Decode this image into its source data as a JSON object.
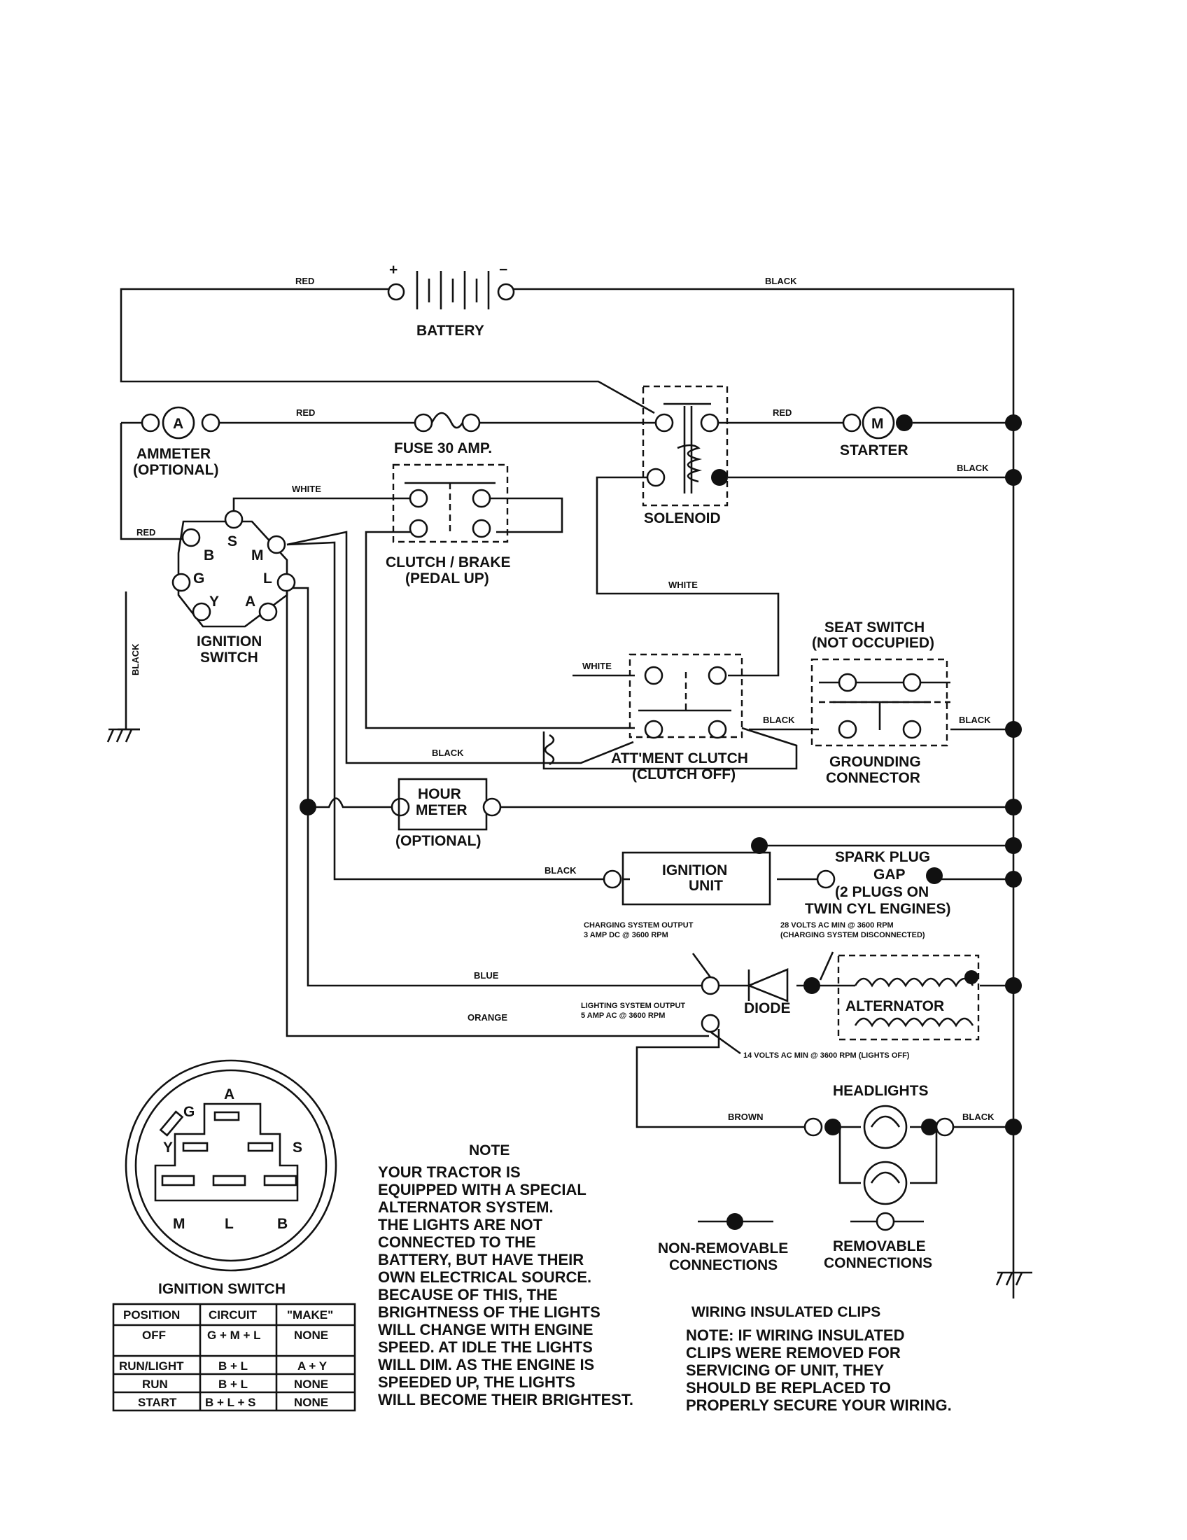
{
  "wire_colors": {
    "red_top": "RED",
    "black_top": "BLACK",
    "red_ammeter": "RED",
    "red_starter": "RED",
    "black_solenoid": "BLACK",
    "white_switch": "WHITE",
    "red_ignition": "RED",
    "black_ground": "BLACK",
    "white_solenoid": "WHITE",
    "white_attclutch": "WHITE",
    "black_attclutch": "BLACK",
    "black_seat": "BLACK",
    "black_lower": "BLACK",
    "black_ignition_unit": "BLACK",
    "blue": "BLUE",
    "orange": "ORANGE",
    "brown": "BROWN",
    "black_headlights": "BLACK"
  },
  "components": {
    "battery": "BATTERY",
    "battery_plus": "+",
    "battery_minus": "−",
    "ammeter_symbol": "A",
    "ammeter_line1": "AMMETER",
    "ammeter_line2": "(OPTIONAL)",
    "fuse": "FUSE 30 AMP.",
    "solenoid": "SOLENOID",
    "starter_symbol": "M",
    "starter": "STARTER",
    "clutch_brake_line1": "CLUTCH / BRAKE",
    "clutch_brake_line2": "(PEDAL UP)",
    "ignition_switch_line1": "IGNITION",
    "ignition_switch_line2": "SWITCH",
    "term_b": "B",
    "term_s": "S",
    "term_m": "M",
    "term_g": "G",
    "term_l": "L",
    "term_y": "Y",
    "term_a": "A",
    "seat_switch_line1": "SEAT SWITCH",
    "seat_switch_line2": "(NOT OCCUPIED)",
    "att_clutch_line1": "ATT'MENT CLUTCH",
    "att_clutch_line2": "(CLUTCH OFF)",
    "grounding_line1": "GROUNDING",
    "grounding_line2": "CONNECTOR",
    "hour_meter_line1": "HOUR",
    "hour_meter_line2": "METER",
    "hour_meter_line3": "(OPTIONAL)",
    "ignition_unit_line1": "IGNITION",
    "ignition_unit_line2": "UNIT",
    "spark_line1": "SPARK PLUG",
    "spark_line2": "GAP",
    "spark_line3": "(2 PLUGS ON",
    "spark_line4": "TWIN CYL  ENGINES)",
    "charging_line1": "CHARGING SYSTEM OUTPUT",
    "charging_line2": "3 AMP DC @ 3600 RPM",
    "volts28_line1": "28 VOLTS AC MIN  @ 3600 RPM",
    "volts28_line2": "(CHARGING SYSTEM DISCONNECTED)",
    "diode": "DIODE",
    "alternator": "ALTERNATOR",
    "lighting_line1": "LIGHTING SYSTEM OUTPUT",
    "lighting_line2": "5 AMP AC @ 3600 RPM",
    "volts14": "14 VOLTS AC MIN  @  3600 RPM (LIGHTS OFF)",
    "headlights": "HEADLIGHTS"
  },
  "switch_face": {
    "g": "G",
    "a": "A",
    "y": "Y",
    "s": "S",
    "m": "M",
    "l": "L",
    "b": "B",
    "caption": "IGNITION SWITCH"
  },
  "ignition_table": {
    "headers": [
      "POSITION",
      "CIRCUIT",
      "\"MAKE\""
    ],
    "rows": [
      [
        "OFF",
        "G + M + L",
        "NONE"
      ],
      [
        "RUN/LIGHT",
        "B + L",
        "A + Y"
      ],
      [
        "RUN",
        "B + L",
        "NONE"
      ],
      [
        "START",
        "B + L + S",
        "NONE"
      ]
    ]
  },
  "note": {
    "title": "NOTE",
    "lines": [
      "YOUR TRACTOR IS",
      "EQUIPPED WITH A SPECIAL",
      "ALTERNATOR SYSTEM.",
      "THE LIGHTS ARE NOT",
      "CONNECTED TO THE",
      "BATTERY, BUT HAVE THEIR",
      "OWN ELECTRICAL SOURCE.",
      "BECAUSE OF THIS, THE",
      "BRIGHTNESS OF THE LIGHTS",
      "WILL CHANGE WITH ENGINE",
      "SPEED.  AT IDLE THE LIGHTS",
      "WILL DIM.  AS THE ENGINE IS",
      "SPEEDED UP, THE LIGHTS",
      "WILL BECOME THEIR BRIGHTEST."
    ]
  },
  "legend": {
    "non_removable_line1": "NON-REMOVABLE",
    "non_removable_line2": "CONNECTIONS",
    "removable_line1": "REMOVABLE",
    "removable_line2": "CONNECTIONS"
  },
  "clips": {
    "title": "WIRING INSULATED CLIPS",
    "lines": [
      "NOTE:  IF WIRING INSULATED",
      "CLIPS WERE REMOVED FOR",
      "SERVICING OF UNIT, THEY",
      "SHOULD BE REPLACED TO",
      "PROPERLY SECURE YOUR WIRING."
    ]
  }
}
